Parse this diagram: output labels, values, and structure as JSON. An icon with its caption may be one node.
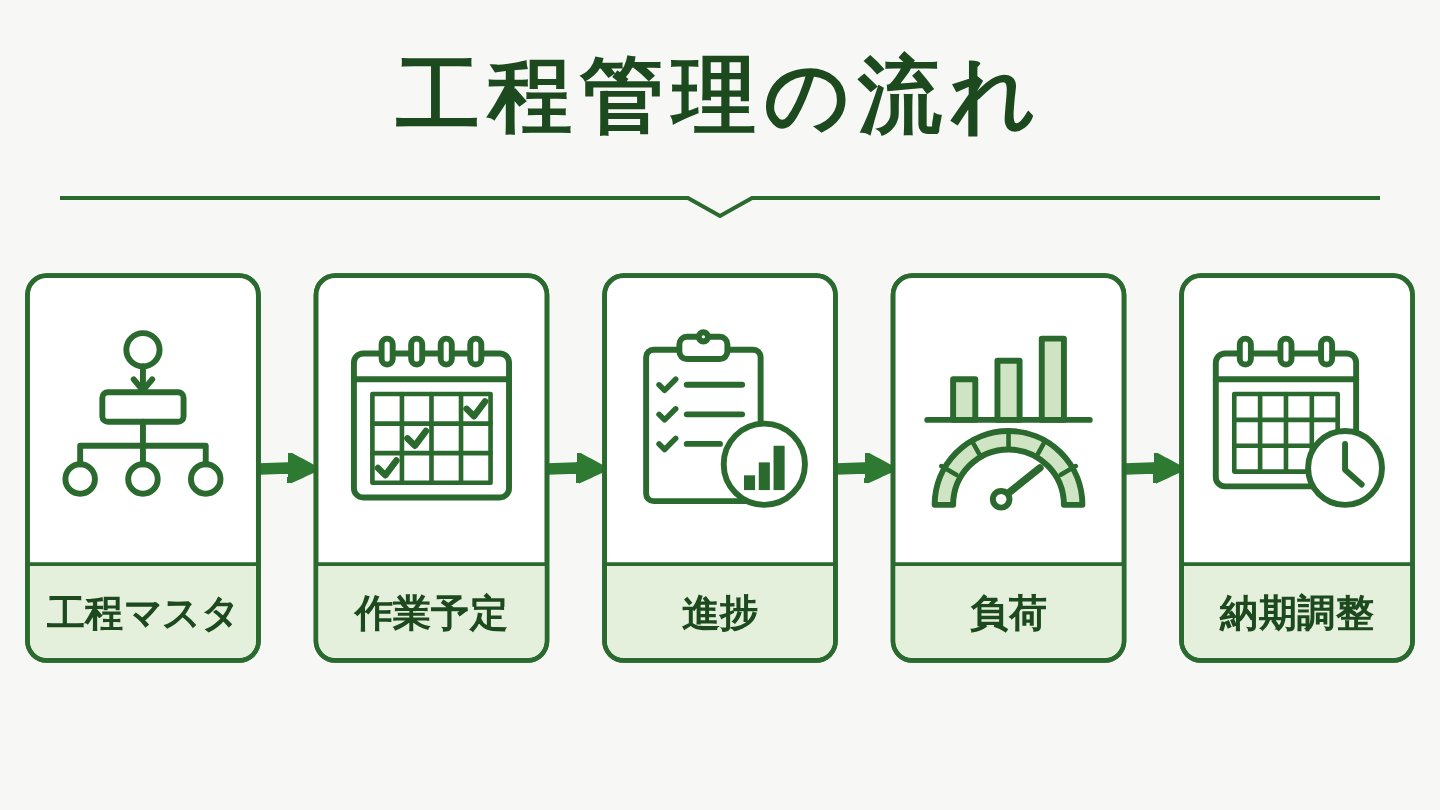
{
  "diagram": {
    "title": "工程管理の流れ",
    "nodes": [
      {
        "text": [
          "工程マスタ"
        ]
      },
      {
        "text": [
          "作業予定"
        ]
      },
      {
        "text": [
          "進捗"
        ]
      },
      {
        "text": [
          "負荷"
        ]
      },
      {
        "text": [
          "納期調整"
        ]
      }
    ],
    "edges": [
      {
        "from": 0,
        "to": 1,
        "arrow": "to"
      },
      {
        "from": 1,
        "to": 2,
        "arrow": "to"
      },
      {
        "from": 2,
        "to": 3,
        "arrow": "to"
      },
      {
        "from": 3,
        "to": 4,
        "arrow": "to"
      }
    ]
  }
}
